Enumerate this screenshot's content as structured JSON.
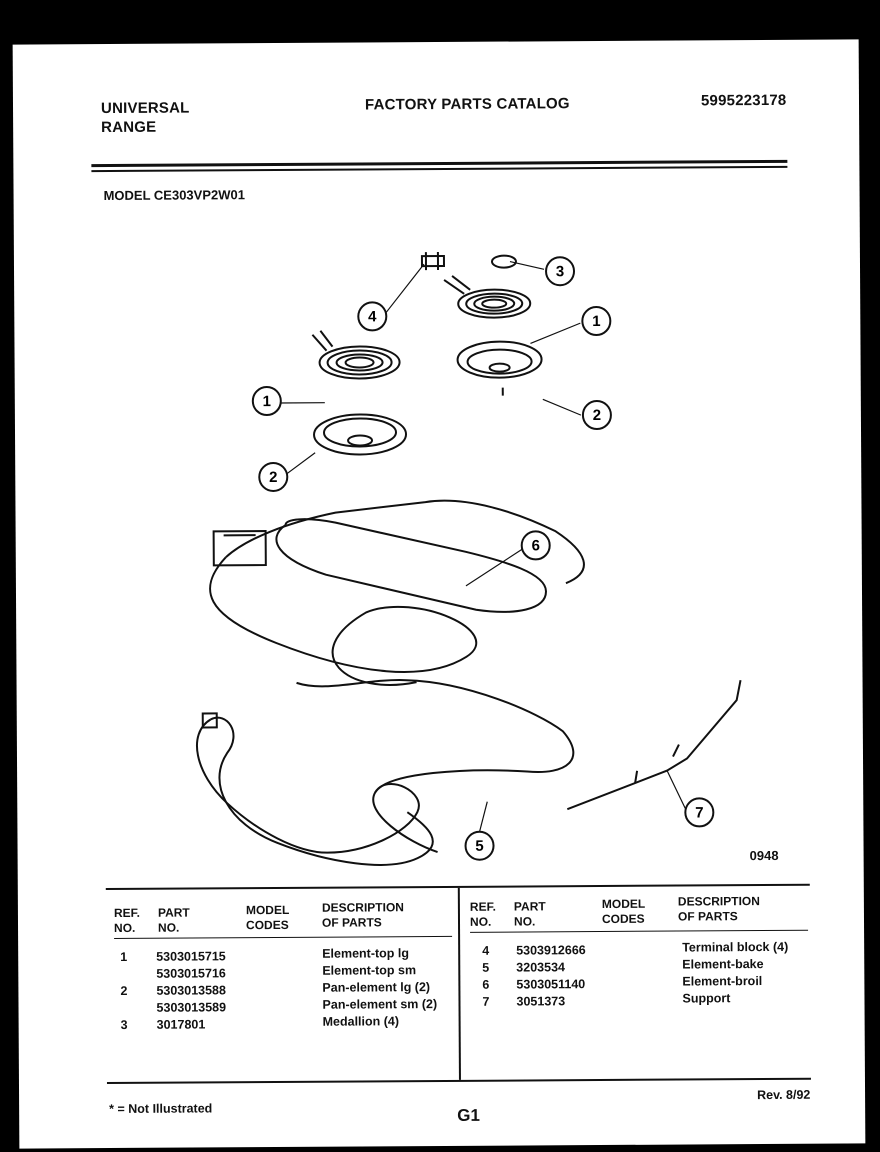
{
  "header": {
    "brand_line1": "UNIVERSAL",
    "brand_line2": "RANGE",
    "title": "FACTORY PARTS CATALOG",
    "catalog_number": "5995223178"
  },
  "model": "MODEL CE303VP2W01",
  "diagram": {
    "callouts": [
      "1",
      "1",
      "2",
      "2",
      "3",
      "4",
      "5",
      "6",
      "7"
    ],
    "code": "0948"
  },
  "table": {
    "headers": {
      "ref_l1": "REF.",
      "ref_l2": "NO.",
      "part_l1": "PART",
      "part_l2": "NO.",
      "codes_l1": "MODEL",
      "codes_l2": "CODES",
      "desc_l1": "DESCRIPTION",
      "desc_l2": "OF PARTS"
    },
    "left_rows": [
      {
        "ref": "1",
        "part": "5303015715",
        "desc": "Element-top lg"
      },
      {
        "ref": "",
        "part": "5303015716",
        "desc": "Element-top sm"
      },
      {
        "ref": "2",
        "part": "5303013588",
        "desc": "Pan-element lg (2)"
      },
      {
        "ref": "",
        "part": "5303013589",
        "desc": "Pan-element sm (2)"
      },
      {
        "ref": "3",
        "part": "3017801",
        "desc": "Medallion (4)"
      }
    ],
    "right_rows": [
      {
        "ref": "4",
        "part": "5303912666",
        "desc": "Terminal block (4)"
      },
      {
        "ref": "5",
        "part": "3203534",
        "desc": "Element-bake"
      },
      {
        "ref": "6",
        "part": "5303051140",
        "desc": "Element-broil"
      },
      {
        "ref": "7",
        "part": "3051373",
        "desc": "Support"
      }
    ]
  },
  "footer": {
    "note": "* = Not Illustrated",
    "page": "G1",
    "revision": "Rev. 8/92"
  }
}
